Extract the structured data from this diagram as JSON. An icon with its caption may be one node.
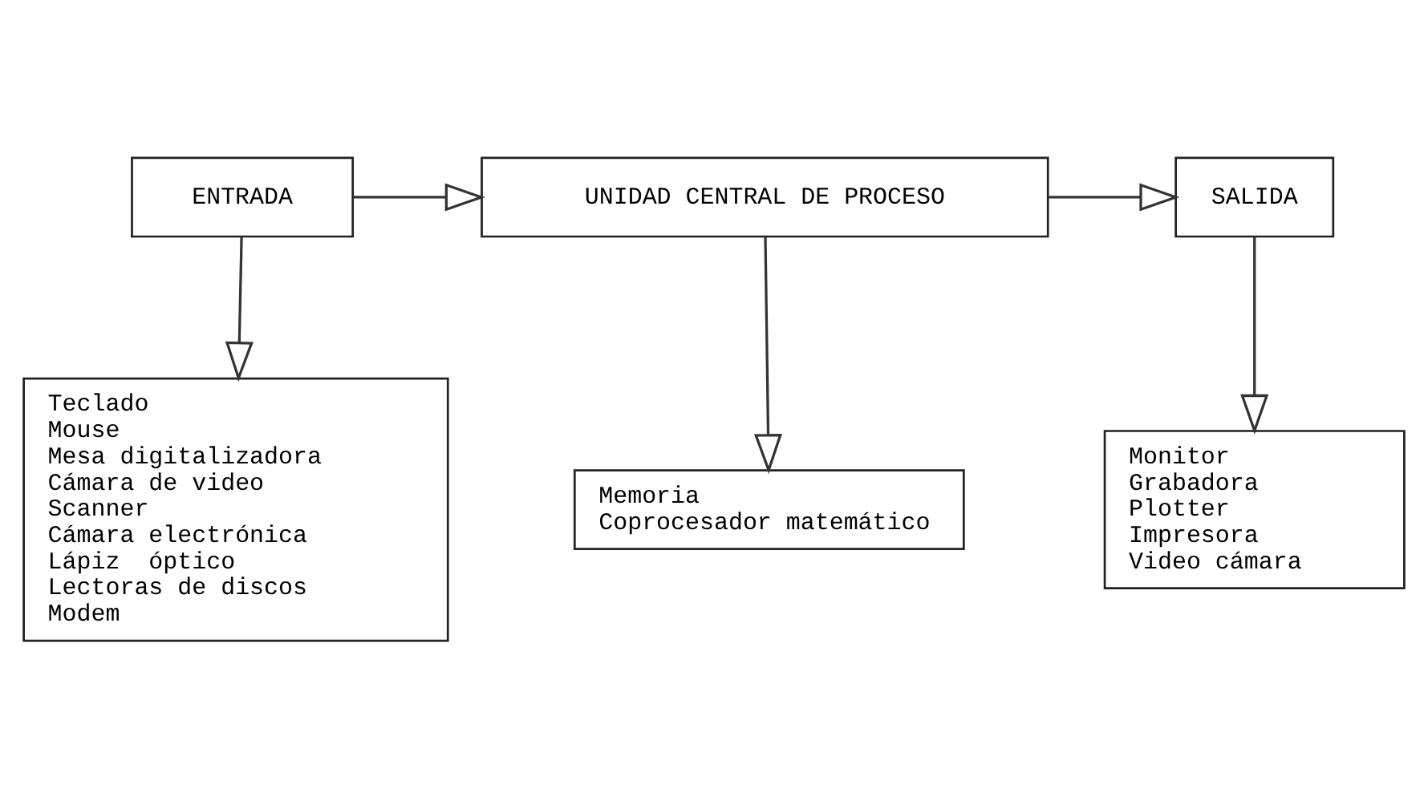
{
  "diagram": {
    "nodes": [
      {
        "text": [
          "ENTRADA"
        ]
      },
      {
        "text": [
          "UNIDAD CENTRAL DE PROCESO"
        ]
      },
      {
        "text": [
          "SALIDA"
        ]
      },
      {
        "text": [
          "Teclado",
          "Mouse",
          "Mesa digitalizadora",
          "Cámara de video",
          "Scanner",
          "Cámara electrónica",
          "Lápiz  óptico",
          "Lectoras de discos",
          "Modem"
        ]
      },
      {
        "text": [
          "Memoria",
          "Coprocesador matemático"
        ]
      },
      {
        "text": [
          "Monitor",
          "Grabadora",
          "Plotter",
          "Impresora",
          "Video cámara"
        ]
      }
    ],
    "edges": [
      {
        "from": 0,
        "to": 1,
        "arrow": "to"
      },
      {
        "from": 1,
        "to": 2,
        "arrow": "to"
      },
      {
        "from": 0,
        "to": 3,
        "arrow": "to"
      },
      {
        "from": 1,
        "to": 4,
        "arrow": "to"
      },
      {
        "from": 2,
        "to": 5,
        "arrow": "to"
      }
    ]
  }
}
